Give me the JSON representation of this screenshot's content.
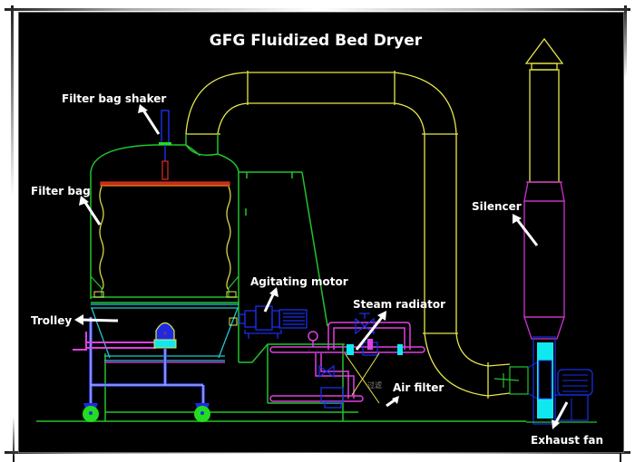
{
  "title": "GFG Fluidized Bed Dryer",
  "labels": {
    "filter_bag_shaker": "Filter bag shaker",
    "filter_bag": "Filter bag",
    "trolley": "Trolley",
    "agitating_motor": "Agitating motor",
    "steam_radiator": "Steam radiator",
    "air_filter": "Air filter",
    "silencer": "Silencer",
    "exhaust_fan": "Exhaust fan"
  },
  "colors": {
    "background": "#000000",
    "duct": "#e6e64a",
    "body": "#22c32c",
    "shaker": "#1e2ae0",
    "heater_pipe": "#e040e0",
    "fan_cyan": "#10e8f0",
    "motor": "#1a2ee8",
    "filter_plate": "#e02a2a",
    "wheel": "#22dd22",
    "label": "#ffffff"
  }
}
